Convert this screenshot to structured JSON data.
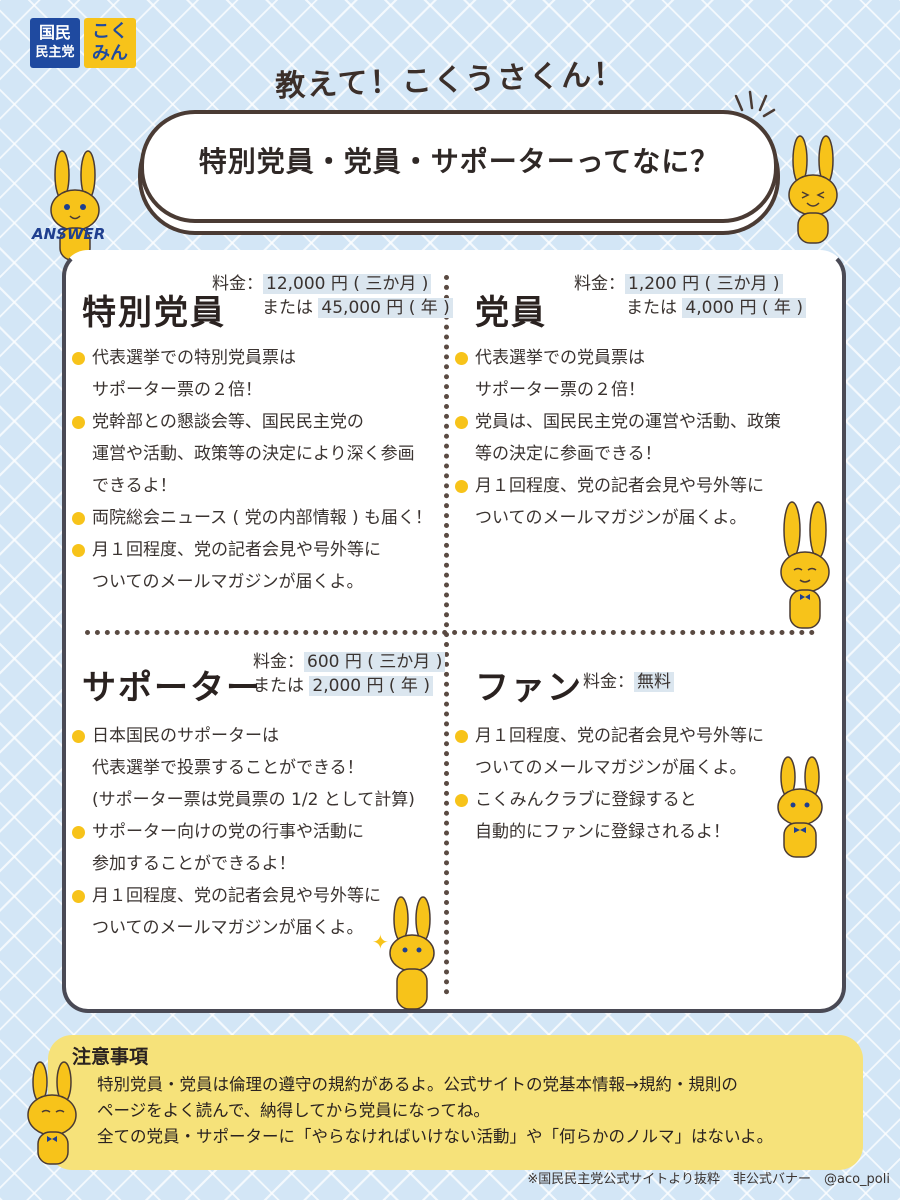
{
  "logo": {
    "line1": "国民",
    "line2": "民主党",
    "kana1": "こく",
    "kana2": "みん"
  },
  "header": "教えて！こくうさくん！",
  "title": "特別党員・党員・サポーターってなに？",
  "answer_label": "ANSWER",
  "sections": [
    {
      "title": "特別党員",
      "price_prefix": "料金：",
      "price1": "12,000 円 ( 三か月 )",
      "price_or": "または",
      "price2": "45,000 円 ( 年 )",
      "items": [
        "代表選挙での特別党員票は",
        "サポーター票の２倍！",
        "党幹部との懇談会等、国民民主党の",
        "運営や活動、政策等の決定により深く参画",
        "できるよ！",
        "両院総会ニュース ( 党の内部情報 ) も届く！",
        "月１回程度、党の記者会見や号外等に",
        "ついてのメールマガジンが届くよ。"
      ]
    },
    {
      "title": "党員",
      "price_prefix": "料金：",
      "price1": "1,200 円 ( 三か月 )",
      "price_or": "または",
      "price2": "4,000 円 ( 年 )",
      "items": [
        "代表選挙での党員票は",
        "サポーター票の２倍！",
        "党員は、国民民主党の運営や活動、政策",
        "等の決定に参画できる！",
        "月１回程度、党の記者会見や号外等に",
        "ついてのメールマガジンが届くよ。"
      ]
    },
    {
      "title": "サポーター",
      "price_prefix": "料金：",
      "price1": "600 円 ( 三か月 )",
      "price_or": "または",
      "price2": "2,000 円 ( 年 )",
      "items": [
        "日本国民のサポーターは",
        "代表選挙で投票することができる！",
        "(サポーター票は党員票の 1/2 として計算)",
        "サポーター向けの党の行事や活動に",
        "参加することができるよ！",
        "月１回程度、党の記者会見や号外等に",
        "ついてのメールマガジンが届くよ。"
      ]
    },
    {
      "title": "ファン",
      "price_prefix": "料金：",
      "price1": "無料",
      "items": [
        "月１回程度、党の記者会見や号外等に",
        "ついてのメールマガジンが届くよ。",
        "こくみんクラブに登録すると",
        "自動的にファンに登録されるよ！"
      ]
    }
  ],
  "note": {
    "title": "注意事項",
    "lines": [
      "特別党員・党員は倫理の遵守の規約があるよ。公式サイトの党基本情報→規約・規則の",
      "ページをよく読んで、納得してから党員になってね。",
      "全ての党員・サポーターに「やらなければいけない活動」や「何らかのノルマ」はないよ。"
    ]
  },
  "footer": "※国民民主党公式サイトより抜粋　非公式バナー　@aco_poli",
  "colors": {
    "accent": "#f7c31a",
    "navy": "#1f4aa0",
    "note_bg": "#f6e27a",
    "bg": "#d3e6f6"
  },
  "icons": [
    "rabbit-mascot-icon",
    "sparkle-icon",
    "burst-lines-icon",
    "bullet-dot-icon"
  ]
}
